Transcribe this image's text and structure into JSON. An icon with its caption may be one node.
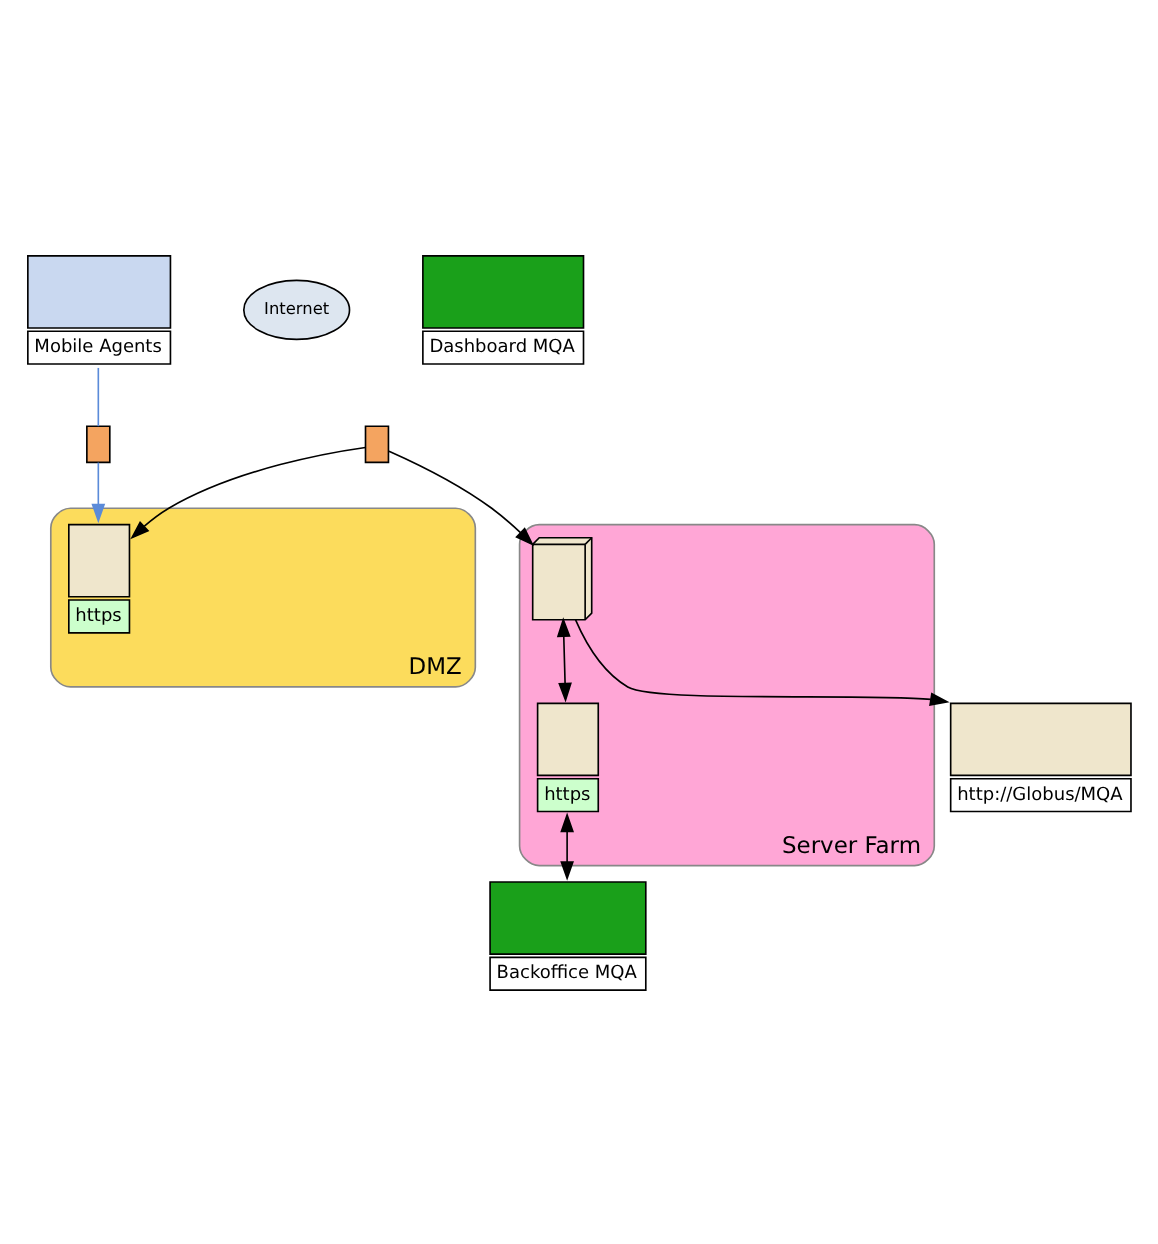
{
  "diagram": {
    "nodes": [
      {
        "text": [
          "DMZ"
        ]
      },
      {
        "text": [
          "Server Farm"
        ]
      },
      {
        "text": [
          "Internet"
        ]
      },
      {
        "text": [],
        "shape": "phone",
        "beside": [
          "Mobile Agents"
        ]
      },
      {
        "text": [],
        "shape": "firewall"
      },
      {
        "text": [],
        "shape": "server",
        "in": 0,
        "beside": [
          "https"
        ]
      },
      {
        "text": [],
        "shape": "firewall"
      },
      {
        "text": [],
        "shape": "server",
        "in": 1,
        "beside": [
          "https"
        ]
      },
      {
        "text": [],
        "shape": "server",
        "in": 1
      },
      {
        "text": [],
        "shape": "server",
        "beside": [
          "http://Globus/MQA"
        ]
      },
      {
        "text": [],
        "shape": "person",
        "beside": [
          "Backoffice MQA"
        ]
      },
      {
        "text": [],
        "shape": "person",
        "beside": [
          "Dashboard MQA"
        ]
      }
    ],
    "edges": [
      {
        "from": 3,
        "to": 4,
        "arrow": "none",
        "color": "#5b8bd9"
      },
      {
        "from": 4,
        "to": 5,
        "arrow": "to",
        "color": "#5b8bd9"
      },
      {
        "from": 6,
        "to": 5,
        "arrow": "to"
      },
      {
        "from": 6,
        "to": 8,
        "arrow": "to"
      },
      {
        "from": 8,
        "to": 7,
        "arrow": "both"
      },
      {
        "from": 7,
        "to": 10,
        "arrow": "both"
      },
      {
        "from": 8,
        "to": 9,
        "arrow": "to"
      }
    ]
  }
}
